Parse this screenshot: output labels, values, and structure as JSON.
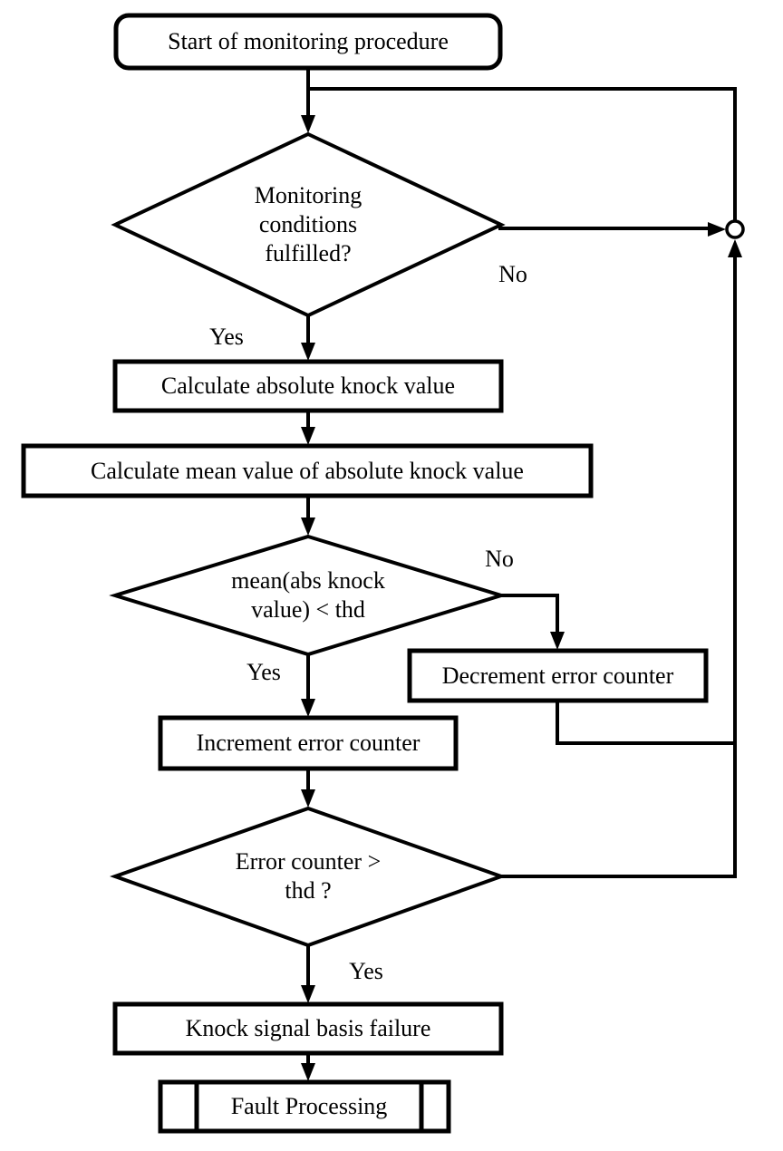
{
  "diagram": {
    "type": "flowchart",
    "background_color": "#ffffff",
    "stroke_color": "#000000",
    "nodes": [
      {
        "id": "start",
        "shape": "rounded-rectangle",
        "label": "Start of monitoring procedure"
      },
      {
        "id": "monitoring-conditions",
        "shape": "diamond",
        "label": "Monitoring conditions fulfilled?"
      },
      {
        "id": "calculate-absolute-knock-value",
        "shape": "rectangle",
        "label": "Calculate absolute knock value"
      },
      {
        "id": "calculate-mean-value",
        "shape": "rectangle",
        "label": "Calculate mean value of absolute knock value"
      },
      {
        "id": "mean-below-threshold",
        "shape": "diamond",
        "label": "mean(abs knock value) < thd"
      },
      {
        "id": "decrement-error-counter",
        "shape": "rectangle",
        "label": "Decrement error counter"
      },
      {
        "id": "increment-error-counter",
        "shape": "rectangle",
        "label": "Increment error counter"
      },
      {
        "id": "error-counter-above-threshold",
        "shape": "diamond",
        "label": "Error counter > thd ?"
      },
      {
        "id": "knock-signal-basis-failure",
        "shape": "rectangle",
        "label": "Knock signal basis failure"
      },
      {
        "id": "fault-processing",
        "shape": "predefined-process",
        "label": "Fault Processing"
      }
    ],
    "edge_labels": [
      {
        "id": "monitoring-no",
        "text": "No"
      },
      {
        "id": "monitoring-yes",
        "text": "Yes"
      },
      {
        "id": "mean-no",
        "text": "No"
      },
      {
        "id": "mean-yes",
        "text": "Yes"
      },
      {
        "id": "error-counter-yes",
        "text": "Yes"
      }
    ],
    "junction": {
      "shape": "small-circle"
    }
  }
}
